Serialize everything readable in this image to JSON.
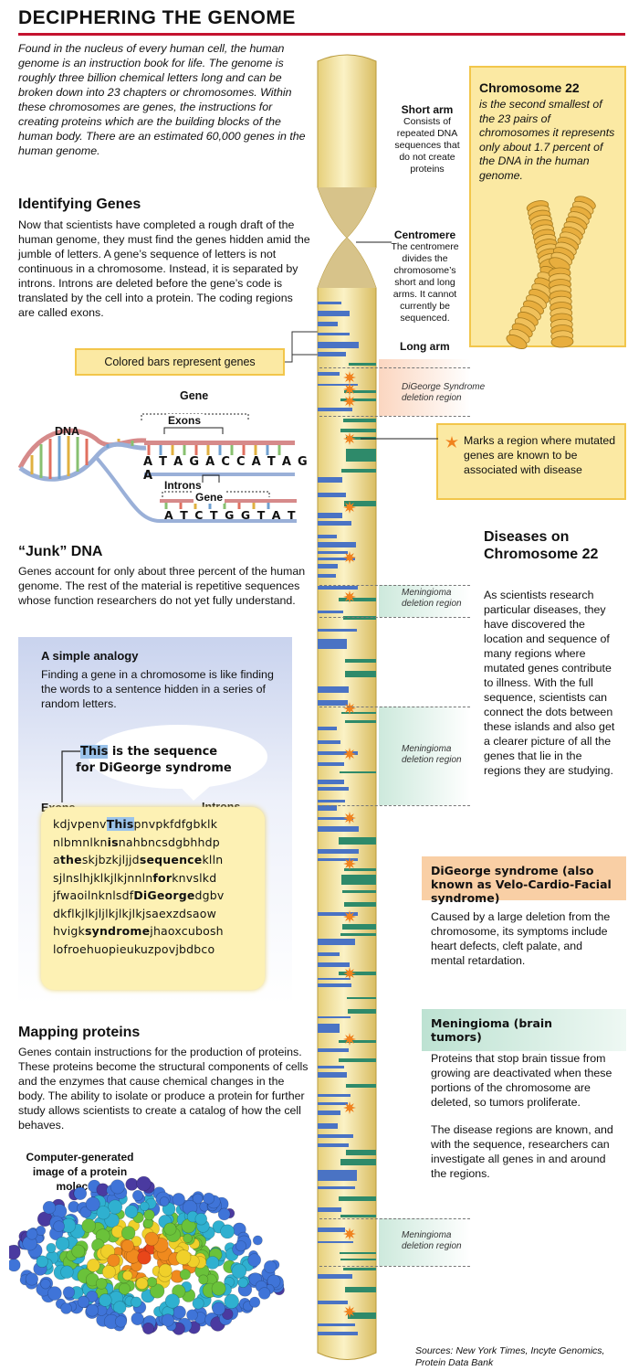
{
  "title": "DECIPHERING THE GENOME",
  "intro": "Found in the nucleus of every human cell, the human genome is an instruction book for life. The genome is roughly three billion chemical letters long and can be broken down into 23 chapters or chromosomes. Within these chromosomes are genes, the instructions for creating proteins which are the building blocks of the human body. There are an estimated 60,000 genes in the human genome.",
  "identifying": {
    "heading": "Identifying Genes",
    "text": "Now that scientists have completed a rough draft of the human genome, they must find the genes hidden amid the jumble of letters. A gene’s sequence of letters is not continuous in a chromosome. Instead, it is separated by introns. Introns are deleted before the gene’s code is translated by the cell into a protein. The coding regions are called exons."
  },
  "colored_bars_label": "Colored bars represent genes",
  "dna_figure": {
    "dna_label": "DNA",
    "gene_label_top": "Gene",
    "exons_label": "Exons",
    "sequence_top": "A T A G A C C A T A G A",
    "introns_label": "Introns",
    "gene_label_bottom": "Gene",
    "sequence_bottom": "A T C T G G T A T"
  },
  "junk": {
    "heading": "“Junk” DNA",
    "text": "Genes account for only about three percent of the human genome. The rest of the material is repetitive sequences whose function researchers do not yet fully understand."
  },
  "analogy": {
    "heading": "A simple analogy",
    "text": "Finding a gene in a chromosome is like finding the words to a sentence hidden in a series of random letters.",
    "bubble_highlight": "This",
    "bubble_line1_rest": " is the sequence",
    "bubble_line2": "for DiGeorge syndrome",
    "exons_label": "Exons",
    "introns_label": "Introns",
    "letter_lines": [
      [
        {
          "t": "kdjvpenv"
        },
        {
          "t": "This",
          "b": true,
          "h": true
        },
        {
          "t": "pnvpkfdfgbklk"
        }
      ],
      [
        {
          "t": "nlbmnlkn"
        },
        {
          "t": "is",
          "b": true
        },
        {
          "t": "nahbncsdgbhhdp"
        }
      ],
      [
        {
          "t": "a"
        },
        {
          "t": "the",
          "b": true
        },
        {
          "t": "skjbzkjljjd"
        },
        {
          "t": "sequence",
          "b": true
        },
        {
          "t": "klln"
        }
      ],
      [
        {
          "t": "sjlnslhjklkjlkjnnln"
        },
        {
          "t": "for",
          "b": true
        },
        {
          "t": "knvslkd"
        }
      ],
      [
        {
          "t": "jfwaoilnknlsdf"
        },
        {
          "t": "DiGeorge",
          "b": true
        },
        {
          "t": "dgbv"
        }
      ],
      [
        {
          "t": "dkflkjlkjljlkjlkjlkjsaexzdsaow"
        }
      ],
      [
        {
          "t": "hvigk"
        },
        {
          "t": "syndrome",
          "b": true
        },
        {
          "t": "jhaoxcubosh"
        }
      ],
      [
        {
          "t": "lofroehuopieukuzpovjbdbco"
        }
      ]
    ]
  },
  "mapping": {
    "heading": "Mapping proteins",
    "text": "Genes contain instructions for the production of proteins. These proteins become the structural components of cells and the enzymes that cause chemical changes in the body. The ability to isolate or produce a protein for further study allows scientists to create a catalog of how the cell behaves.",
    "image_caption": "Computer-generated image of a protein molecule"
  },
  "chromosome": {
    "short_arm_title": "Short arm",
    "short_arm_text": "Consists of repeated DNA sequences that do not create proteins",
    "centromere_title": "Centromere",
    "centromere_text": "The centromere divides the chromosome’s short and long arms. It cannot currently be sequenced.",
    "long_arm_title": "Long arm"
  },
  "chr22_box": {
    "title": "Chromosome 22",
    "text": "is the second smallest of the 23 pairs of chromosomes it represents only about 1.7 percent of the DNA in the human genome."
  },
  "regions": [
    {
      "label": "DiGeorge Syndrome deletion region"
    },
    {
      "label": "Meningioma deletion region"
    },
    {
      "label": "Meningioma deletion region"
    },
    {
      "label": "Meningioma deletion region"
    }
  ],
  "marker_legend": "Marks a region where mutated genes are known to be associated with disease",
  "diseases": {
    "heading": "Diseases on Chromosome 22",
    "text": "As scientists research particular diseases, they have discovered the location and sequence of many regions where mutated genes contribute to illness. With the full sequence, scientists can connect the dots between these islands and also get a clearer picture of all the genes that lie in the regions they are studying."
  },
  "digeorge_box": {
    "title": "DiGeorge syndrome (also known as Velo-Cardio-Facial syndrome)",
    "text": "Caused by a large deletion from the chromosome, its symptoms include heart defects, cleft palate, and mental retardation."
  },
  "meningioma_box": {
    "title": "Meningioma (brain tumors)",
    "text1": "Proteins that stop brain tissue from growing are deactivated when these portions of the chromosome are deleted, so tumors proliferate.",
    "text2": "The disease regions are known, and with the sequence, researchers can investigate all genes in and around the regions."
  },
  "sources": "Sources: New York Times, Incyte Genomics, Protein Data Bank",
  "colors": {
    "accent_red": "#c4122f",
    "chromosome_yellow": "#f6e9a4",
    "gene_blue": "#4a73c4",
    "gene_green": "#2e8a6a",
    "marker_orange": "#f0821e"
  }
}
